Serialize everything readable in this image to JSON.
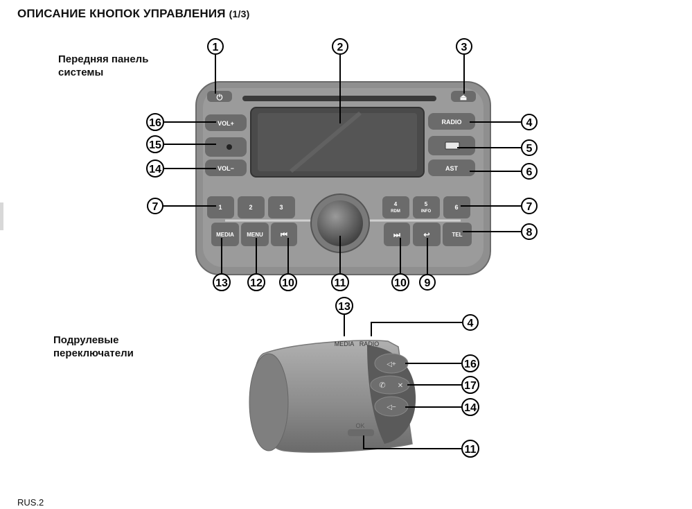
{
  "page": {
    "title": "ОПИСАНИЕ КНОПОК УПРАВЛЕНИЯ",
    "title_suffix": "(1/3)",
    "front_panel_label_line1": "Передняя панель",
    "front_panel_label_line2": "системы",
    "steering_label_line1": "Подрулевые",
    "steering_label_line2": "переключатели",
    "footer": "RUS.2"
  },
  "panel_buttons": {
    "power": "⏻",
    "eject": "⏏",
    "vol_plus": "VOL+",
    "vol_minus": "VOL−",
    "radio": "RADIO",
    "ast": "AST",
    "preset1": "1",
    "preset2": "2",
    "preset3": "3",
    "preset4": "4",
    "preset4_sub": "RDM",
    "preset5": "5",
    "preset5_sub": "INFO",
    "preset6": "6",
    "media": "MEDIA",
    "menu": "MENU",
    "prev": "⏮",
    "next": "⏭",
    "back": "↩",
    "tel": "TEL"
  },
  "steering_buttons": {
    "media": "MEDIA",
    "radio": "RADIO",
    "vol_up": "◁+",
    "phone": "✆",
    "mute": "✕",
    "vol_down": "◁−",
    "ok": "OK"
  },
  "callouts": {
    "c1": "1",
    "c2": "2",
    "c3": "3",
    "c4": "4",
    "c5": "5",
    "c6": "6",
    "c7a": "7",
    "c7b": "7",
    "c8": "8",
    "c9": "9",
    "c10a": "10",
    "c10b": "10",
    "c11": "11",
    "c12": "12",
    "c13": "13",
    "c14": "14",
    "c15": "15",
    "c16": "16",
    "s13": "13",
    "s4": "4",
    "s16": "16",
    "s17": "17",
    "s14": "14",
    "s11": "11"
  },
  "colors": {
    "panel_body": "#8f8f8f",
    "panel_dark": "#5c5c5c",
    "button": "#6b6b6b",
    "display": "#4a4a4a",
    "stalk": "#9a9a9a"
  }
}
